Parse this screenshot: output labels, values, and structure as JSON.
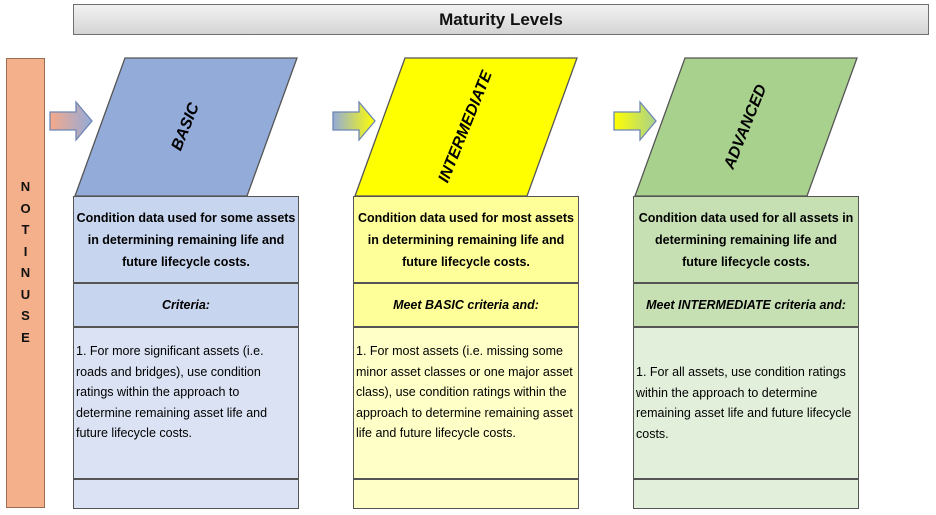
{
  "header": {
    "title": "Maturity Levels"
  },
  "status": {
    "letters": [
      "N",
      "O",
      "T",
      "",
      "I",
      "N",
      "",
      "U",
      "S",
      "E"
    ]
  },
  "levels": [
    {
      "name": "BASIC",
      "description": "Condition data used for some assets in determining remaining life and future lifecycle costs.",
      "criteria_label": "Criteria:",
      "criteria_text": "1.  For more significant assets (i.e. roads and bridges), use condition ratings within the approach to determine remaining asset life and future lifecycle costs.",
      "colors": {
        "shape": "#93abd8",
        "header": "#c8d5ee",
        "body": "#dae2f3",
        "arrow_from": "#f6a98a",
        "arrow_to": "#93abd8"
      }
    },
    {
      "name": "INTERMEDIATE",
      "description": "Condition data used for most assets in determining remaining life and future lifecycle costs.",
      "criteria_label": "Meet BASIC criteria and:",
      "criteria_text": "1. For most assets (i.e. missing some minor asset classes or one major asset class), use condition ratings within the approach to determine remaining asset life and future lifecycle costs.",
      "colors": {
        "shape": "#ffff00",
        "header": "#ffff99",
        "body": "#ffffc8",
        "arrow_from": "#93abd8",
        "arrow_to": "#ffff00"
      }
    },
    {
      "name": "ADVANCED",
      "description": "Condition data used for all assets in determining remaining life and future lifecycle costs.",
      "criteria_label": "Meet INTERMEDIATE criteria and:",
      "criteria_text": "1.  For all assets, use condition ratings within the approach to determine remaining asset life and future lifecycle costs.",
      "colors": {
        "shape": "#a9d18e",
        "header": "#c6e0b4",
        "body": "#e2efda",
        "arrow_from": "#ffff00",
        "arrow_to": "#a9d18e"
      }
    }
  ]
}
